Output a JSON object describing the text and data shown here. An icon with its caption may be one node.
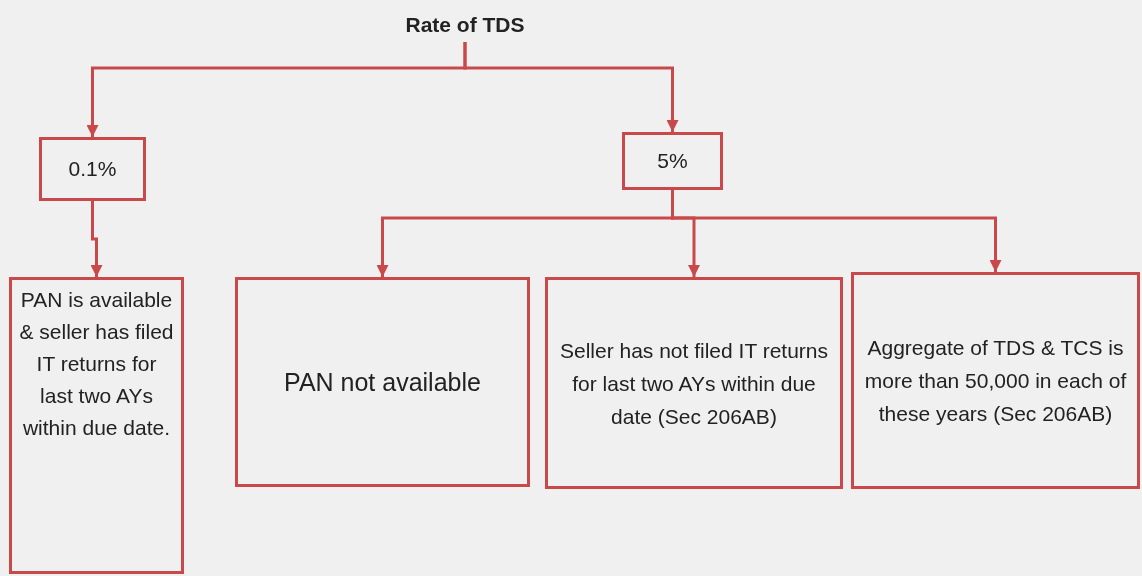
{
  "diagram": {
    "nodes": [
      {
        "text": [
          "Rate of TDS"
        ]
      },
      {
        "text": [
          "0.1%"
        ]
      },
      {
        "text": [
          "5%"
        ]
      },
      {
        "text": [
          "PAN is available & seller has filed IT returns for last two AYs within due date."
        ]
      },
      {
        "text": [
          "PAN not available"
        ]
      },
      {
        "text": [
          "Seller has not filed IT returns for last two AYs within due date (Sec 206AB)"
        ]
      },
      {
        "text": [
          "Aggregate of TDS & TCS is more than 50,000 in each of these years (Sec 206AB)"
        ]
      }
    ],
    "edges": [
      {
        "from": 0,
        "to": 1,
        "arrow": "to"
      },
      {
        "from": 0,
        "to": 2,
        "arrow": "to"
      },
      {
        "from": 1,
        "to": 3,
        "arrow": "to"
      },
      {
        "from": 2,
        "to": 4,
        "arrow": "to"
      },
      {
        "from": 2,
        "to": 5,
        "arrow": "to"
      },
      {
        "from": 2,
        "to": 6,
        "arrow": "to"
      }
    ]
  }
}
